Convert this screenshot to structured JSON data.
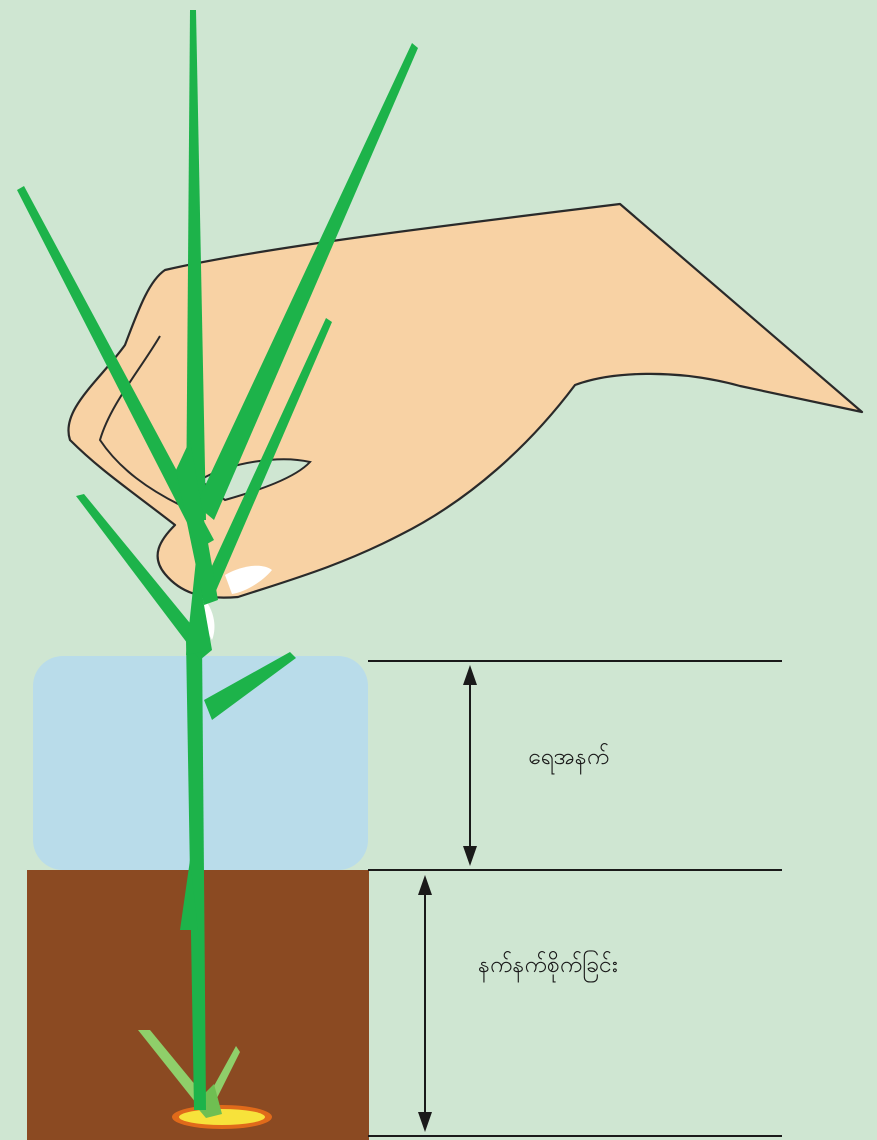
{
  "labels": {
    "water_depth": "ရေအနက်",
    "planting_depth": "နက်နက်စိုက်ခြင်း"
  },
  "colors": {
    "background": "#cfe6d2",
    "water": "#b9dcea",
    "soil": "#8b4a22",
    "leaf": "#1db34a",
    "young_leaf": "#8fcf6a",
    "hand": "#f8d2a4",
    "seed": "#f7e23b",
    "seed_rim": "#e06a1a",
    "line": "#1a1a1a"
  },
  "illustration": {
    "subject": "hand transplanting a rice seedling into flooded field",
    "icons": [
      "hand-icon",
      "rice-seedling-icon",
      "seed-icon",
      "double-arrow-icon"
    ]
  }
}
